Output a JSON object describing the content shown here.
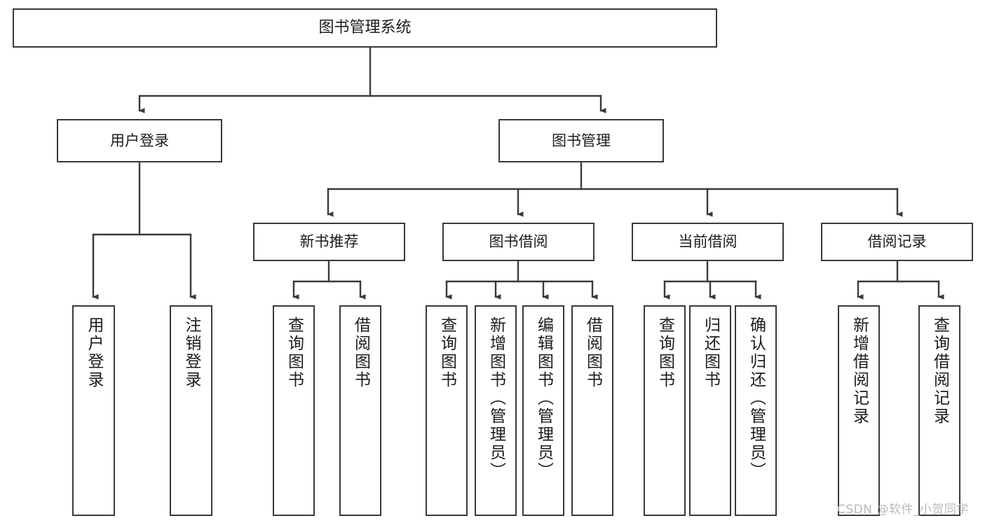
{
  "diagram": {
    "title": "图书管理系统",
    "type": "tree-hierarchy",
    "root": {
      "id": "root",
      "label": "图书管理系统"
    },
    "level2": [
      {
        "id": "user-login",
        "label": "用户登录"
      },
      {
        "id": "book-management",
        "label": "图书管理"
      }
    ],
    "level3": [
      {
        "id": "new-book-recommend",
        "label": "新书推荐",
        "parent": "book-management"
      },
      {
        "id": "book-borrow",
        "label": "图书借阅",
        "parent": "book-management"
      },
      {
        "id": "current-borrow",
        "label": "当前借阅",
        "parent": "book-management"
      },
      {
        "id": "borrow-record",
        "label": "借阅记录",
        "parent": "book-management"
      }
    ],
    "leaves": {
      "user_login": [
        {
          "id": "leaf-user-login",
          "label": "用户登录"
        },
        {
          "id": "leaf-logout",
          "label": "注销登录"
        }
      ],
      "new_book_recommend": [
        {
          "id": "leaf-query-book-1",
          "label": "查询图书"
        },
        {
          "id": "leaf-borrow-book-1",
          "label": "借阅图书"
        }
      ],
      "book_borrow": [
        {
          "id": "leaf-query-book-2",
          "label": "查询图书"
        },
        {
          "id": "leaf-add-book",
          "label": "新增图书（管理员）"
        },
        {
          "id": "leaf-edit-book",
          "label": "编辑图书（管理员）"
        },
        {
          "id": "leaf-borrow-book-2",
          "label": "借阅图书"
        }
      ],
      "current_borrow": [
        {
          "id": "leaf-query-book-3",
          "label": "查询图书"
        },
        {
          "id": "leaf-return-book",
          "label": "归还图书"
        },
        {
          "id": "leaf-confirm-return",
          "label": "确认归还（管理员）"
        }
      ],
      "borrow_record": [
        {
          "id": "leaf-add-record",
          "label": "新增借阅记录"
        },
        {
          "id": "leaf-query-record",
          "label": "查询借阅记录"
        }
      ]
    },
    "colors": {
      "box_border": "#3a3a3a",
      "box_fill": "#ffffff",
      "connector": "#3a3a3a",
      "text": "#1c1c1c",
      "watermark": "#b9b9b9"
    }
  },
  "watermark": {
    "text": "CSDN @软件_小贺同学"
  }
}
